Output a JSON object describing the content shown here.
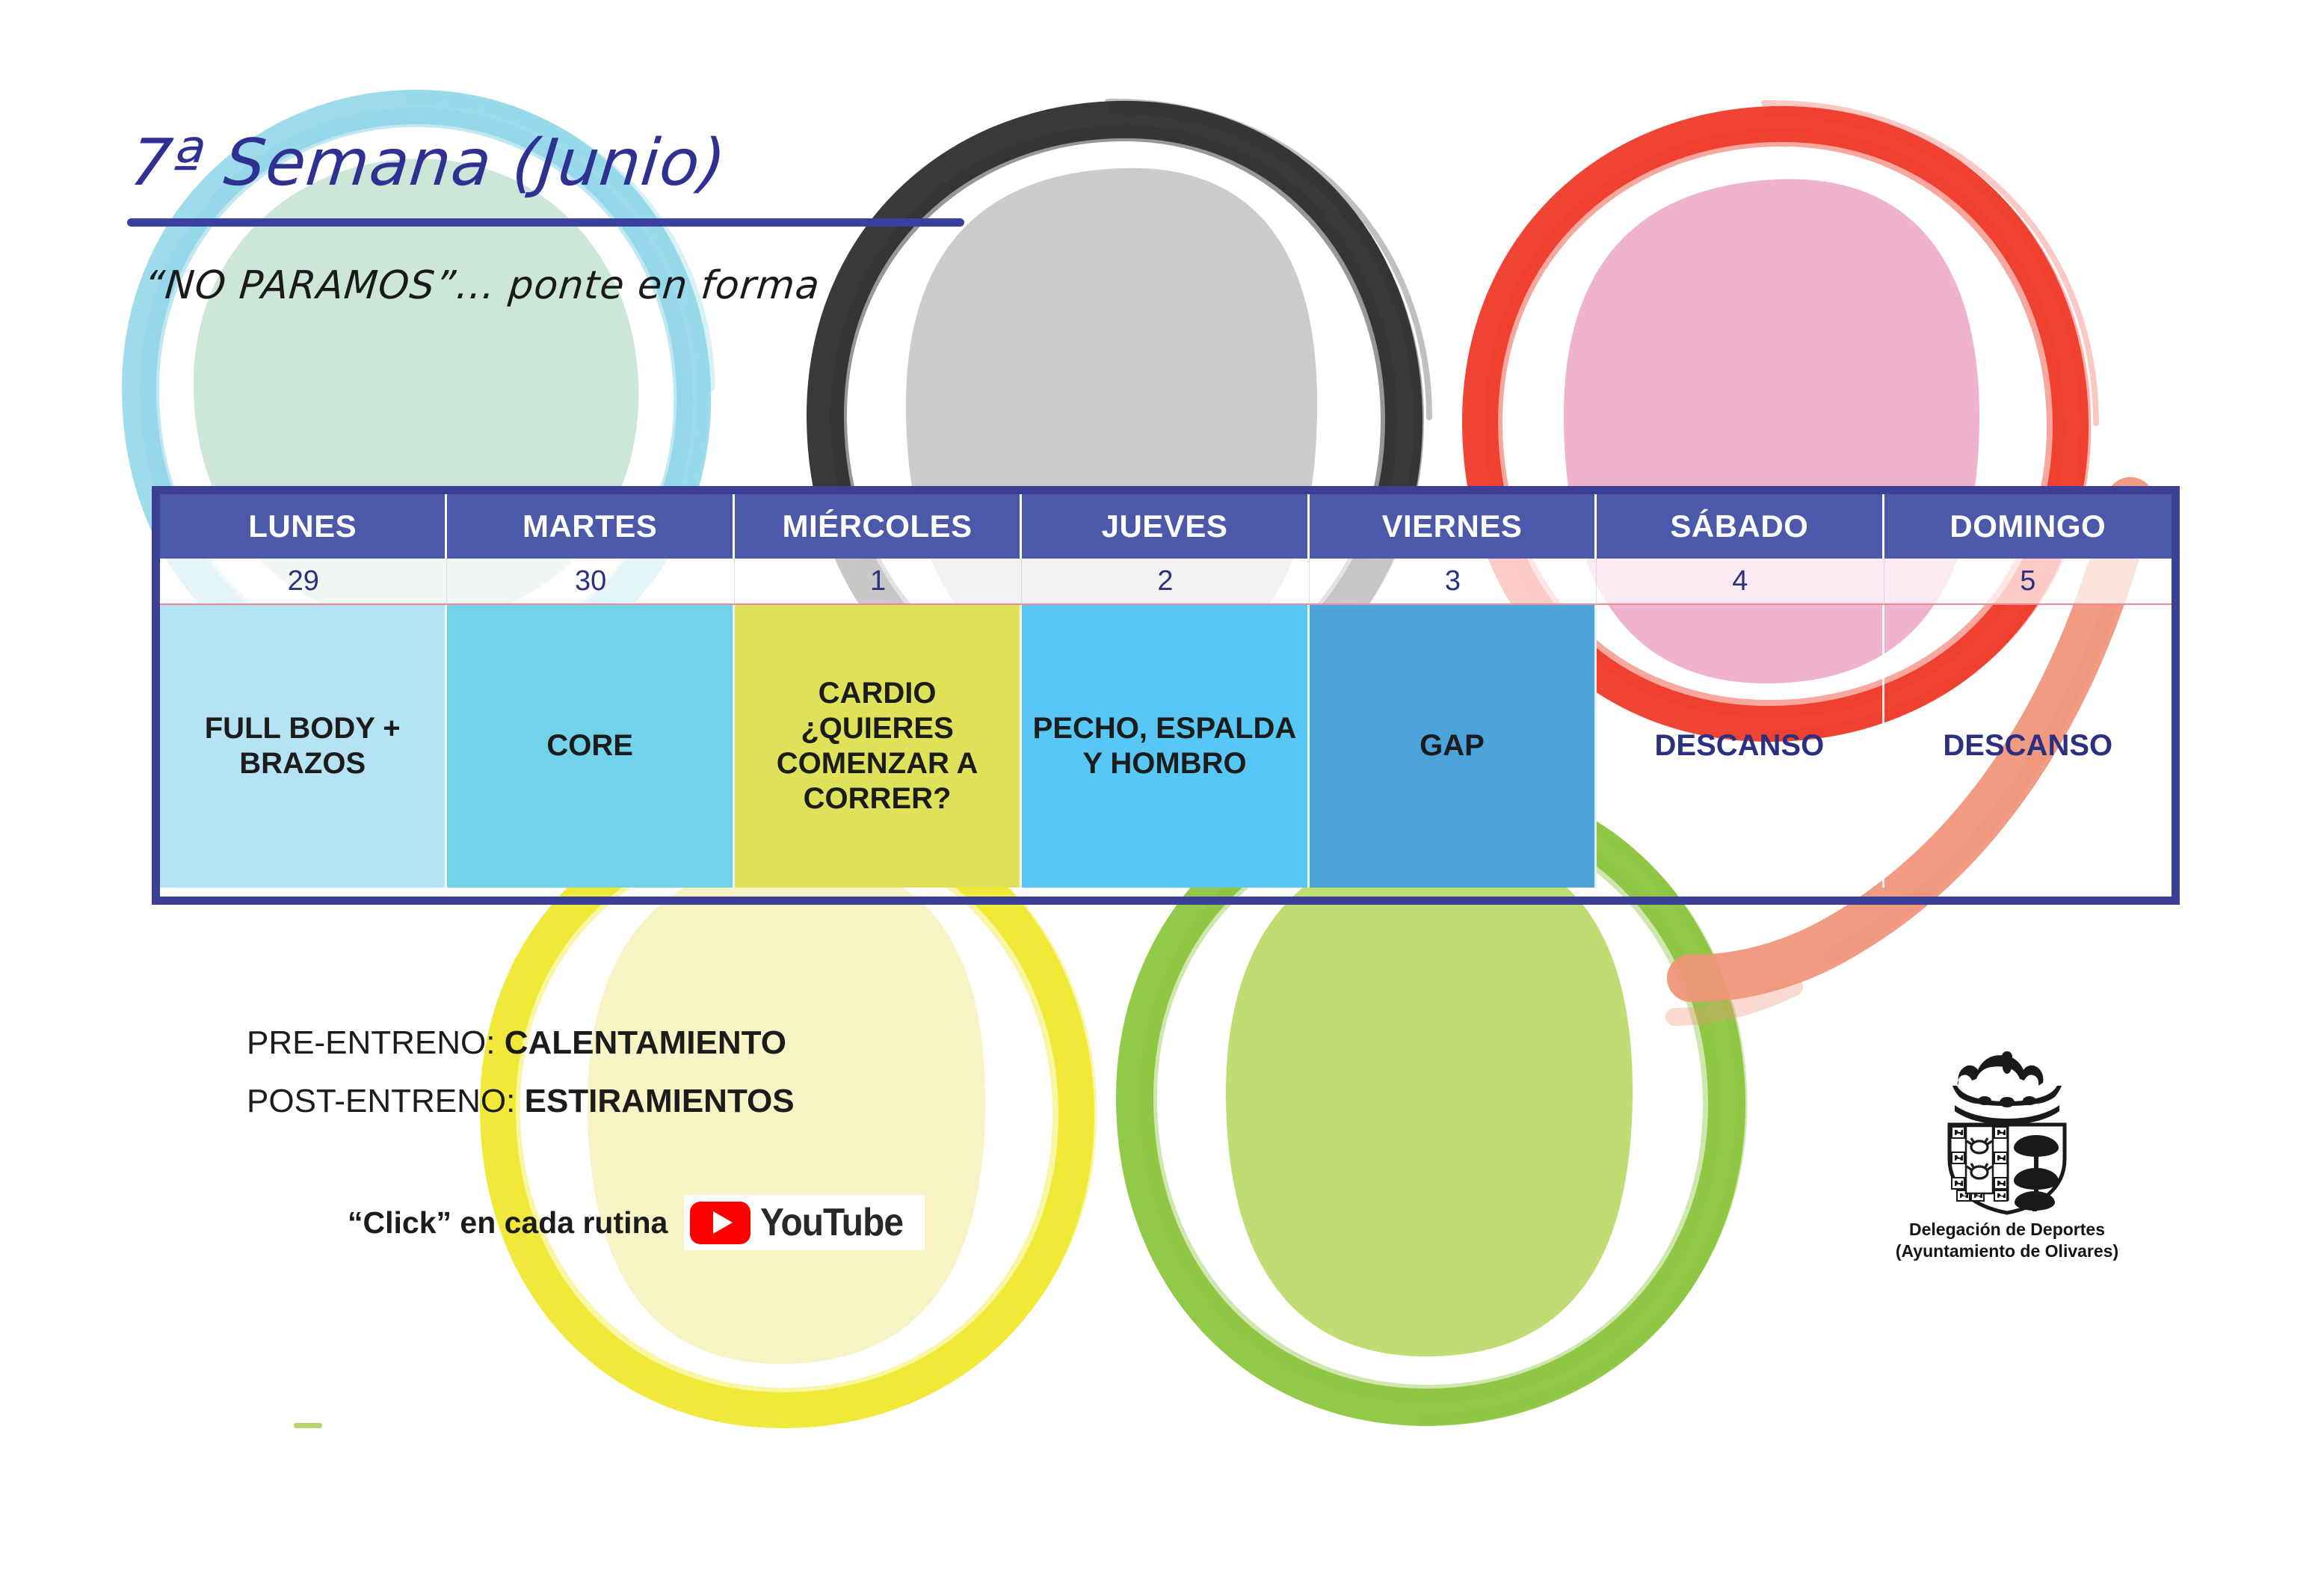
{
  "header": {
    "title": "7ª Semana (Junio)",
    "subtitle": "“NO PARAMOS”… ponte en forma"
  },
  "calendar": {
    "day_names": [
      "LUNES",
      "MARTES",
      "MIÉRCOLES",
      "JUEVES",
      "VIERNES",
      "SÁBADO",
      "DOMINGO"
    ],
    "dates": [
      "29",
      "30",
      "1",
      "2",
      "3",
      "4",
      "5"
    ],
    "routines": [
      "FULL BODY + BRAZOS",
      "CORE",
      "CARDIO ¿QUIERES COMENZAR A CORRER?",
      "PECHO, ESPALDA Y HOMBRO",
      "GAP",
      "DESCANSO",
      "DESCANSO"
    ],
    "cell_colors": [
      "#b5e3f4",
      "#72d2ea",
      "#dfe258",
      "#57c8f5",
      "#4ba3da",
      "transparent",
      "transparent"
    ],
    "header_bg": "#4c58a8",
    "border_color": "#3b3f96",
    "date_text_color": "#2b3180",
    "rest_text_color": "#2b3180"
  },
  "notes": {
    "pre_label": "PRE-ENTRENO:",
    "pre_value": "CALENTAMIENTO",
    "post_label": "POST-ENTRENO:",
    "post_value": "ESTIRAMIENTOS",
    "click_text": "“Click” en cada rutina",
    "youtube_word": "YouTube",
    "youtube_red": "#ff0000"
  },
  "crest": {
    "line1": "Delegación de Deportes",
    "line2": "(Ayuntamiento de Olivares)"
  },
  "background_rings": [
    {
      "name": "ring-blue",
      "stroke": "#8fd8e8",
      "fill": "#bfe3d3"
    },
    {
      "name": "ring-black",
      "stroke": "#2b2b2b",
      "fill": "#cccccc"
    },
    {
      "name": "ring-red",
      "stroke": "#ef3b2a",
      "fill": "#f0a8c8"
    },
    {
      "name": "ring-yellow",
      "stroke": "#efe832",
      "fill": "#f7f2c0"
    },
    {
      "name": "ring-green",
      "stroke": "#8cc63f",
      "fill": "#bedd72"
    }
  ]
}
